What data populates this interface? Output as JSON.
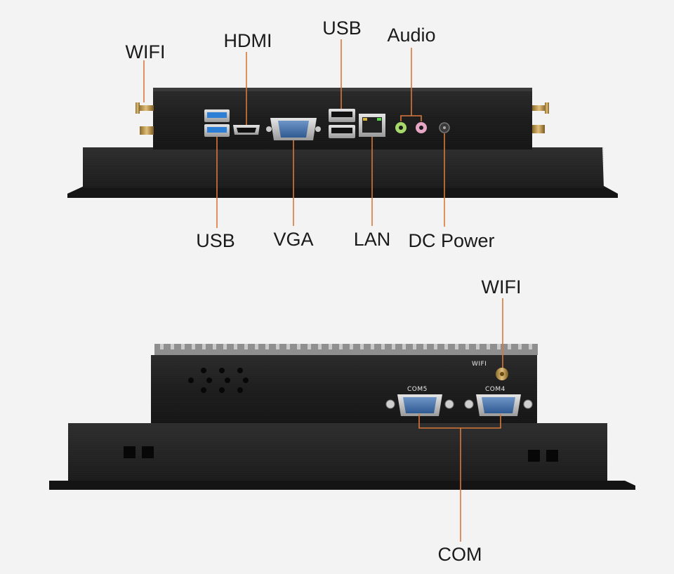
{
  "top_view": {
    "callouts": {
      "wifi": "WIFI",
      "hdmi": "HDMI",
      "usb_top": "USB",
      "audio": "Audio",
      "usb_bottom": "USB",
      "vga": "VGA",
      "lan": "LAN",
      "dc_power": "DC Power"
    }
  },
  "bottom_view": {
    "callouts": {
      "wifi": "WIFI",
      "com": "COM"
    },
    "printed": {
      "wifi": "WIFI",
      "com5": "COM5",
      "com4": "COM4"
    }
  },
  "colors": {
    "leader_line": "#d9783a",
    "metal": "#1e1e1e",
    "background": "#f3f3f3"
  }
}
